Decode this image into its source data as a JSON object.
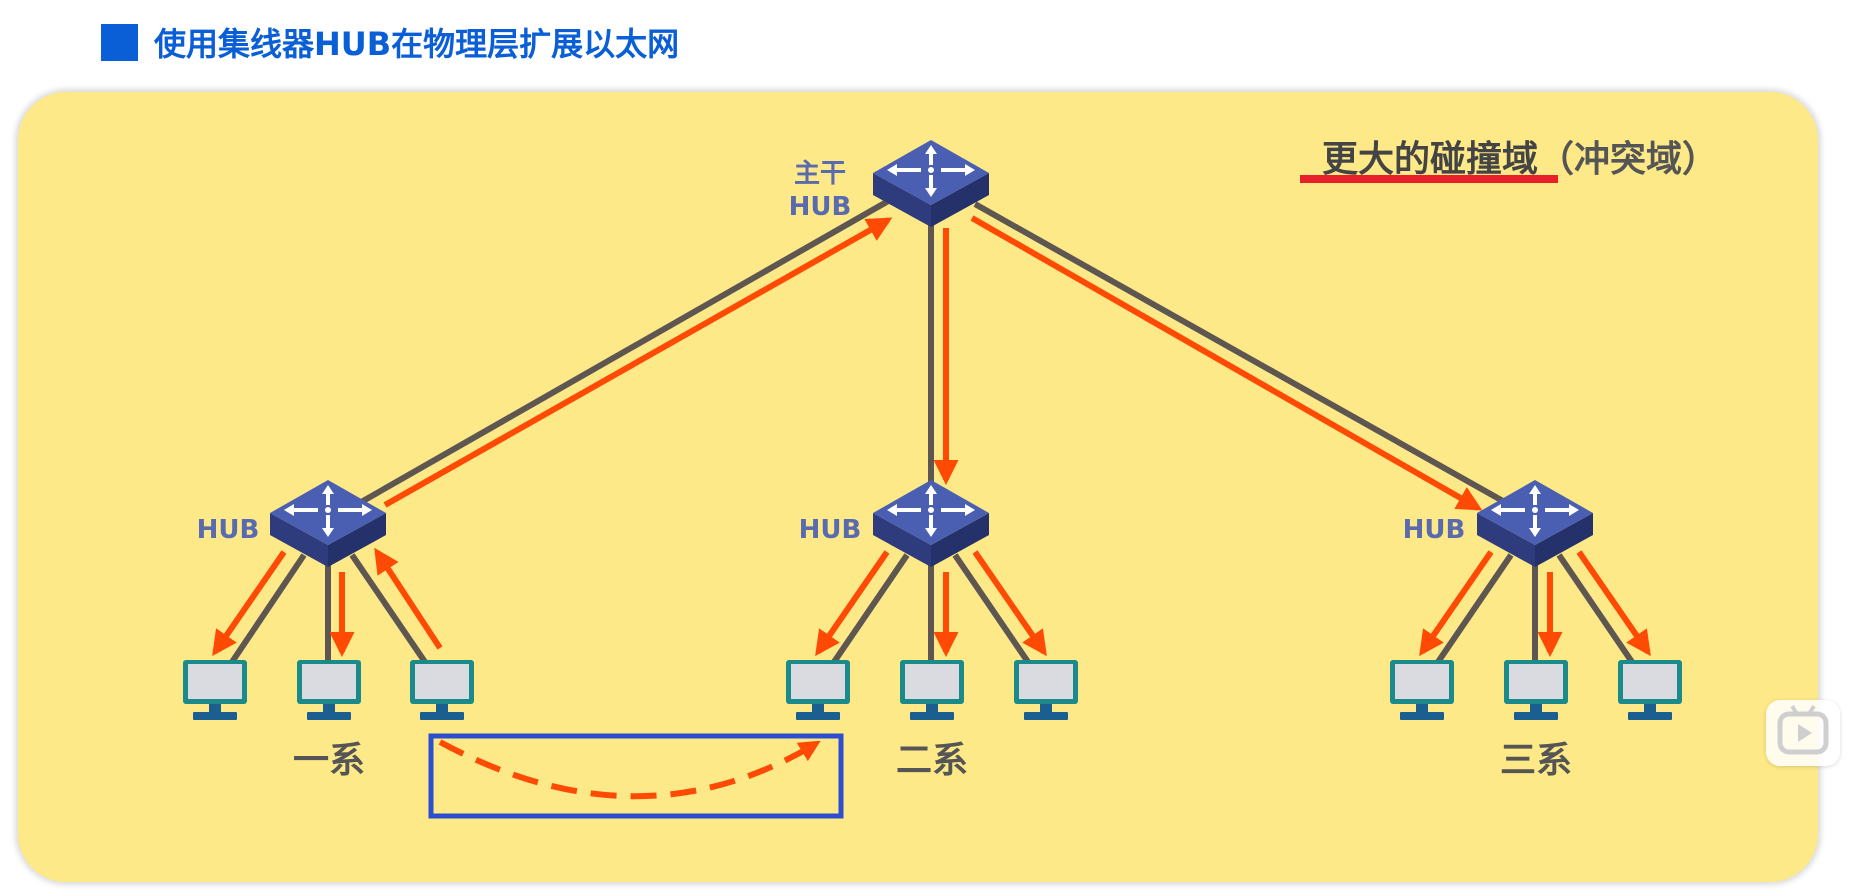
{
  "title": "使用集线器HUB在物理层扩展以太网",
  "domain_label": "更大的碰撞域",
  "domain_label_paren": "（冲突域）",
  "nodes": {
    "backbone_hub_line1": "主干",
    "backbone_hub_line2": "HUB",
    "hub_label": "HUB"
  },
  "groups": {
    "dept1": "一系",
    "dept2": "二系",
    "dept3": "三系"
  },
  "colors": {
    "title_blue": "#0a5fd6",
    "panel_bg": "#fde987",
    "link_gray": "#5e5650",
    "signal_orange": "#ff4a06",
    "hub_blue": "#3b4ea0",
    "pc_teal": "#1a8a8a",
    "highlight_box": "#2c4fd0",
    "underline_red": "#e8202a"
  },
  "icons": {
    "hub": "network-hub-icon",
    "pc": "desktop-computer-icon",
    "play": "play-icon"
  }
}
